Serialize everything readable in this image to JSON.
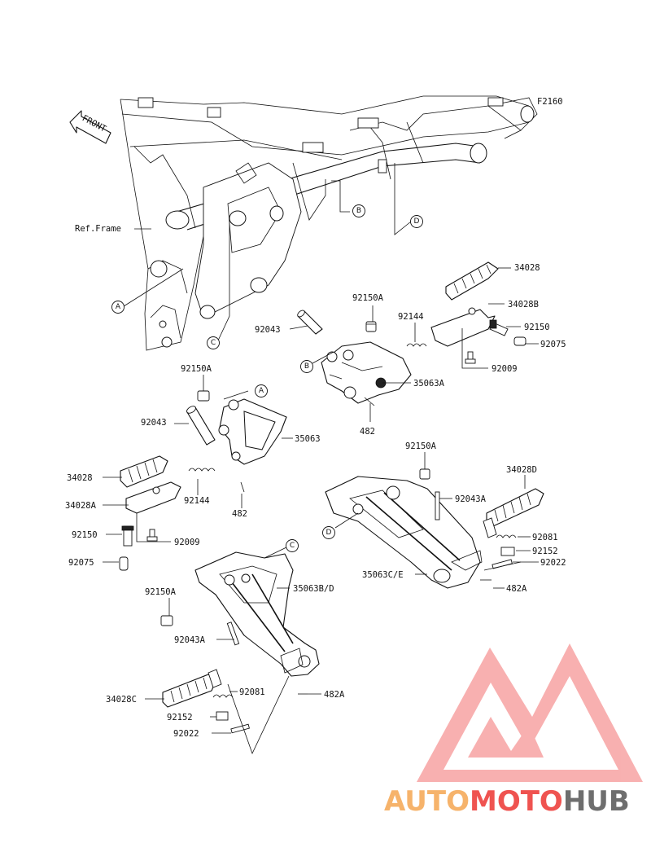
{
  "figure_code": "F2160",
  "front_label": "FRONT",
  "frame_label": "Ref.Frame",
  "callout_markers": {
    "a1": "A",
    "a2": "A",
    "b1": "B",
    "b2": "B",
    "c1": "C",
    "c2": "C",
    "d1": "D",
    "d2": "D"
  },
  "parts_upper_right": {
    "p92150A": "92150A",
    "p92043": "92043",
    "p92144": "92144",
    "p34028": "34028",
    "p34028B": "34028B",
    "p92150": "92150",
    "p92075": "92075",
    "p92009": "92009",
    "p35063A": "35063A",
    "p482": "482"
  },
  "parts_left": {
    "p92150A": "92150A",
    "p92043": "92043",
    "p35063": "35063",
    "p34028": "34028",
    "p34028A": "34028A",
    "p92144": "92144",
    "p482": "482",
    "p92150": "92150",
    "p92009": "92009",
    "p92075": "92075"
  },
  "parts_lower_right": {
    "p92150A": "92150A",
    "p34028D": "34028D",
    "p92043A": "92043A",
    "p92081": "92081",
    "p92152": "92152",
    "p92022": "92022",
    "p35063CE": "35063C/E",
    "p482A": "482A"
  },
  "parts_lower_left": {
    "p92150A": "92150A",
    "p35063BD": "35063B/D",
    "p92043A": "92043A",
    "p34028C": "34028C",
    "p92081": "92081",
    "p482A": "482A",
    "p92152": "92152",
    "p92022": "92022"
  },
  "watermark": {
    "part1": "AUTO",
    "part2": "MOTO",
    "part3": "HUB",
    "color_orange": "#f6b36b",
    "color_red": "#ef5350",
    "color_gray": "#6e6e6e",
    "logo_color": "#f28a8a"
  }
}
